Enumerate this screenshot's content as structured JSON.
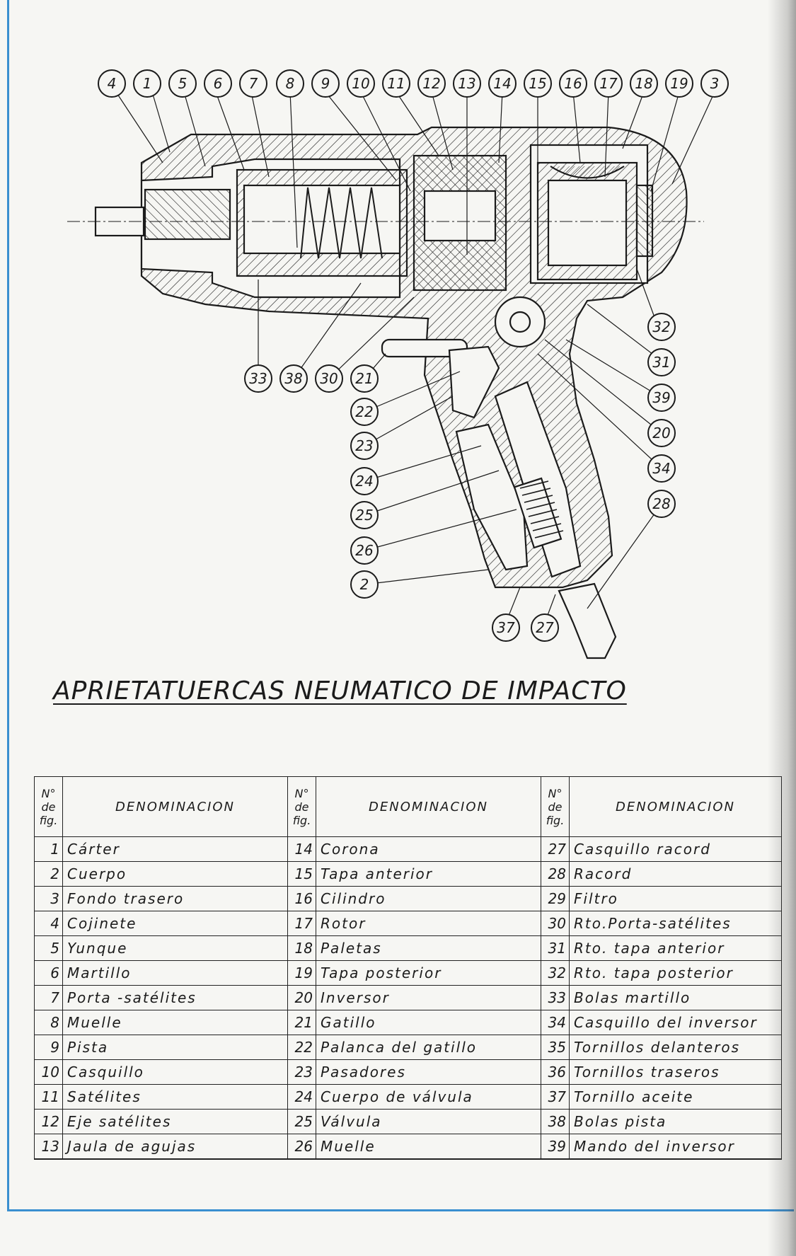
{
  "title": "APRIETATUERCAS NEUMATICO DE IMPACTO",
  "callouts": {
    "top": [
      "4",
      "1",
      "5",
      "6",
      "7",
      "8",
      "9",
      "10",
      "11",
      "12",
      "13",
      "14",
      "15",
      "16",
      "17",
      "18",
      "19",
      "3"
    ],
    "right": [
      "32",
      "31",
      "39",
      "20",
      "34",
      "28"
    ],
    "middle": [
      "33",
      "38",
      "30",
      "21"
    ],
    "left": [
      "22",
      "23",
      "24",
      "25",
      "26",
      "2"
    ],
    "bottom": [
      "37",
      "27"
    ]
  },
  "table": {
    "header": {
      "num": [
        "N°",
        "de",
        "fig."
      ],
      "name": "DENOMINACION"
    },
    "columns": [
      [
        {
          "n": "1",
          "name": "Cárter"
        },
        {
          "n": "2",
          "name": "Cuerpo"
        },
        {
          "n": "3",
          "name": "Fondo trasero"
        },
        {
          "n": "4",
          "name": "Cojinete"
        },
        {
          "n": "5",
          "name": "Yunque"
        },
        {
          "n": "6",
          "name": "Martillo"
        },
        {
          "n": "7",
          "name": "Porta -satélites"
        },
        {
          "n": "8",
          "name": "Muelle"
        },
        {
          "n": "9",
          "name": "Pista"
        },
        {
          "n": "10",
          "name": "Casquillo"
        },
        {
          "n": "11",
          "name": "Satélites"
        },
        {
          "n": "12",
          "name": "Eje satélites"
        },
        {
          "n": "13",
          "name": "Jaula de agujas"
        }
      ],
      [
        {
          "n": "14",
          "name": "Corona"
        },
        {
          "n": "15",
          "name": "Tapa anterior"
        },
        {
          "n": "16",
          "name": "Cilindro"
        },
        {
          "n": "17",
          "name": "Rotor"
        },
        {
          "n": "18",
          "name": "Paletas"
        },
        {
          "n": "19",
          "name": "Tapa posterior"
        },
        {
          "n": "20",
          "name": "Inversor"
        },
        {
          "n": "21",
          "name": "Gatillo"
        },
        {
          "n": "22",
          "name": "Palanca del gatillo"
        },
        {
          "n": "23",
          "name": "Pasadores"
        },
        {
          "n": "24",
          "name": "Cuerpo de válvula"
        },
        {
          "n": "25",
          "name": "Válvula"
        },
        {
          "n": "26",
          "name": "Muelle"
        }
      ],
      [
        {
          "n": "27",
          "name": "Casquillo racord"
        },
        {
          "n": "28",
          "name": "Racord"
        },
        {
          "n": "29",
          "name": "Filtro"
        },
        {
          "n": "30",
          "name": "Rto.Porta-satélites"
        },
        {
          "n": "31",
          "name": "Rto. tapa anterior"
        },
        {
          "n": "32",
          "name": "Rto. tapa posterior"
        },
        {
          "n": "33",
          "name": "Bolas martillo"
        },
        {
          "n": "34",
          "name": "Casquillo del inversor"
        },
        {
          "n": "35",
          "name": "Tornillos delanteros"
        },
        {
          "n": "36",
          "name": "Tornillos traseros"
        },
        {
          "n": "37",
          "name": "Tornillo aceite"
        },
        {
          "n": "38",
          "name": "Bolas pista"
        },
        {
          "n": "39",
          "name": "Mando del inversor"
        }
      ]
    ]
  },
  "colors": {
    "ink": "#1b1b1b",
    "frame": "#3a8fd0",
    "paper": "#f6f6f3"
  }
}
